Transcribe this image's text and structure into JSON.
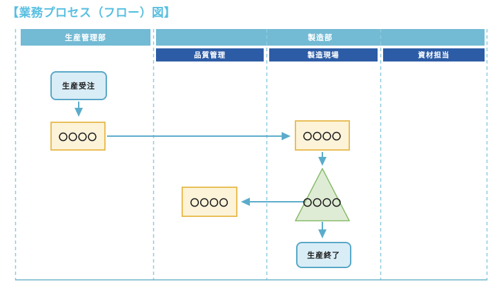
{
  "title": "【業務プロセス（フロー）図】",
  "lanes": {
    "top": [
      {
        "label": "生産管理部"
      },
      {
        "label": "製造部"
      }
    ],
    "sub": [
      {
        "label": "品質管理"
      },
      {
        "label": "製造現場"
      },
      {
        "label": "資材担当"
      }
    ]
  },
  "nodes": {
    "start": {
      "label": "生産受注",
      "shape": "rounded-rect"
    },
    "process_order": {
      "label": "〇〇〇〇",
      "shape": "rect"
    },
    "process_receive": {
      "label": "〇〇〇〇",
      "shape": "rect"
    },
    "process_quality": {
      "label": "〇〇〇〇",
      "shape": "rect"
    },
    "decision": {
      "label": "〇〇〇〇",
      "shape": "triangle"
    },
    "end": {
      "label": "生産終了",
      "shape": "rounded-rect"
    }
  },
  "colors": {
    "title_text": "#58BFE0",
    "lane_header_bg": "#73BAD4",
    "sub_header_bg": "#2D5CA6",
    "header_text": "#FFFFFF",
    "arrow": "#5BACCB",
    "lane_divider": "#8ECBDE",
    "bottom_border": "#6FB3CC",
    "terminal_fill": "#D9EDF7",
    "terminal_border": "#58A7C6",
    "process_fill": "#FCF3D9",
    "process_border": "#E9BE56",
    "decision_fill": "#DFECD5",
    "decision_border": "#87BB6B"
  }
}
